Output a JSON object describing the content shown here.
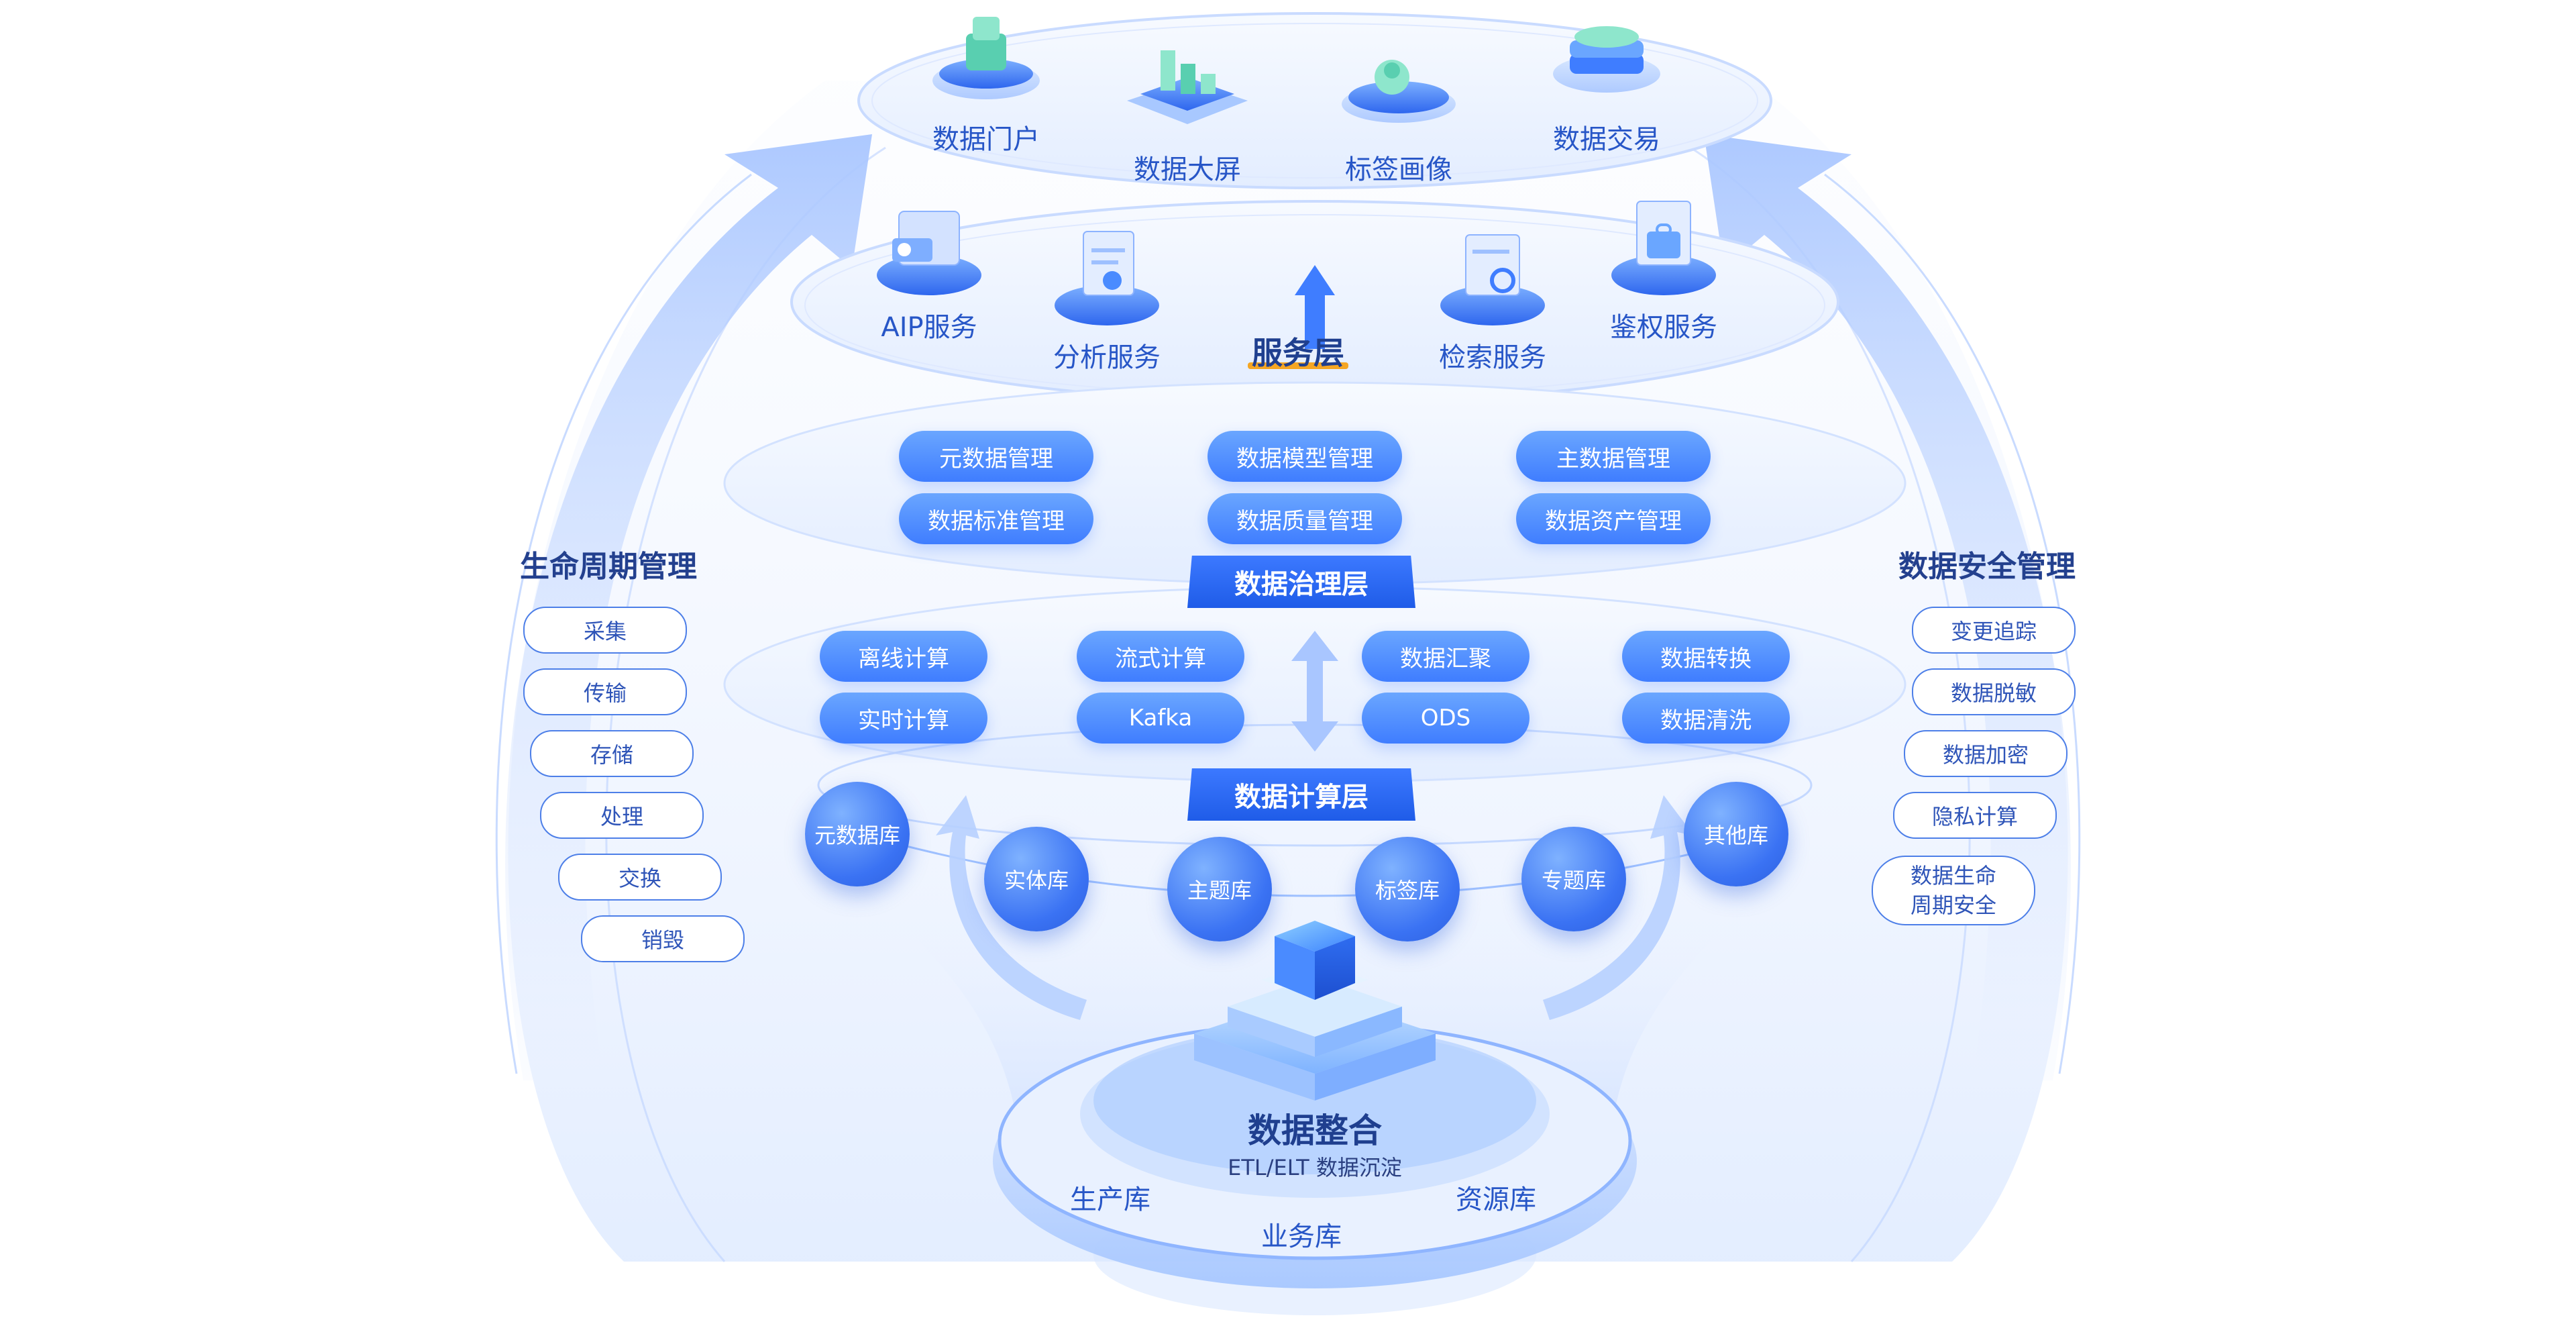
{
  "top_row": [
    "数据门户",
    "数据大屏",
    "标签画像",
    "数据交易"
  ],
  "service_layer": {
    "title": "服务层",
    "items": [
      "AIP服务",
      "分析服务",
      "检索服务",
      "鉴权服务"
    ]
  },
  "governance_layer": {
    "title": "数据治理层",
    "row1": [
      "元数据管理",
      "数据模型管理",
      "主数据管理"
    ],
    "row2": [
      "数据标准管理",
      "数据质量管理",
      "数据资产管理"
    ]
  },
  "compute_layer": {
    "title": "数据计算层",
    "row1": [
      "离线计算",
      "流式计算",
      "数据汇聚",
      "数据转换"
    ],
    "row2": [
      "实时计算",
      "Kafka",
      "ODS",
      "数据清洗"
    ]
  },
  "libraries": [
    "元数据库",
    "实体库",
    "主题库",
    "标签库",
    "专题库",
    "其他库"
  ],
  "integration": {
    "title": "数据整合",
    "subtitle": "ETL/ELT 数据沉淀",
    "sources": [
      "生产库",
      "业务库",
      "资源库"
    ]
  },
  "lifecycle": {
    "title": "生命周期管理",
    "items": [
      "采集",
      "传输",
      "存储",
      "处理",
      "交换",
      "销毁"
    ]
  },
  "security": {
    "title": "数据安全管理",
    "items": [
      "变更追踪",
      "数据脱敏",
      "数据加密",
      "隐私计算"
    ],
    "tall_item": [
      "数据生命",
      "周期安全"
    ]
  },
  "colors": {
    "primary": "#3f7dff",
    "dark": "#1f5ce8",
    "text": "#2756c7",
    "title": "#23408e",
    "accent": "#f5a623"
  }
}
